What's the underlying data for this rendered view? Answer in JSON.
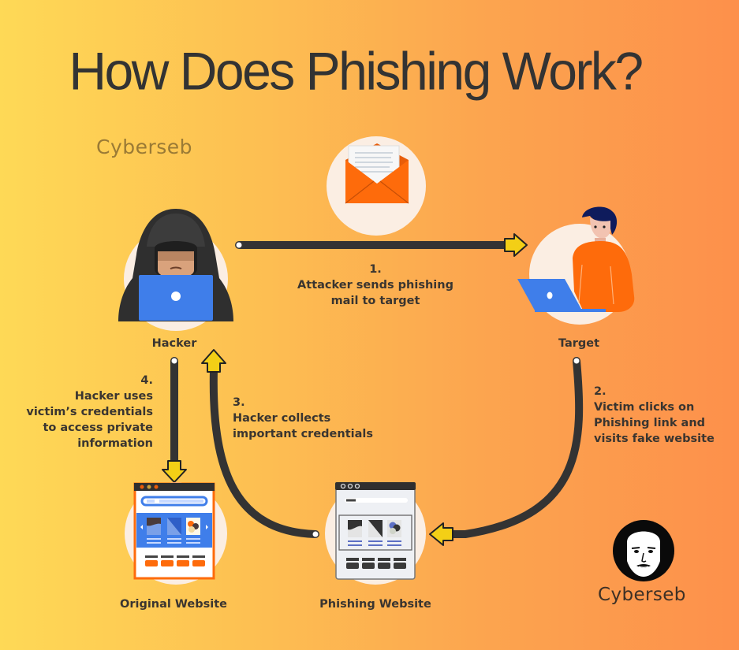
{
  "title": "How Does Phishing Work?",
  "watermark": "Cyberseb",
  "nodes": {
    "hacker": "Hacker",
    "target": "Target",
    "original_website": "Original Website",
    "phishing_website": "Phishing Website"
  },
  "steps": [
    {
      "number": "1.",
      "lines": [
        "Attacker sends phishing",
        "mail to target"
      ]
    },
    {
      "number": "2.",
      "lines": [
        "Victim clicks on",
        "Phishing link and",
        "visits fake website"
      ]
    },
    {
      "number": "3.",
      "lines": [
        "Hacker collects",
        "important credentials"
      ]
    },
    {
      "number": "4.",
      "lines": [
        "Hacker uses",
        "victim’s credentials",
        "to access private",
        "information"
      ]
    }
  ],
  "icons": {
    "mail": "envelope-icon",
    "hacker": "hooded-hacker-icon",
    "target": "person-laptop-icon",
    "original_site": "browser-window-icon",
    "phishing_site": "browser-window-icon",
    "avatar": "avatar-icon"
  },
  "brand": "Cyberseb",
  "colors": {
    "bg_left": "#fed956",
    "bg_right": "#fd904b",
    "arrow_line": "#333333",
    "arrow_head": "#f3cf16",
    "accent_orange": "#fe6b0b",
    "accent_blue": "#3f7eea",
    "text": "#3a3530"
  }
}
